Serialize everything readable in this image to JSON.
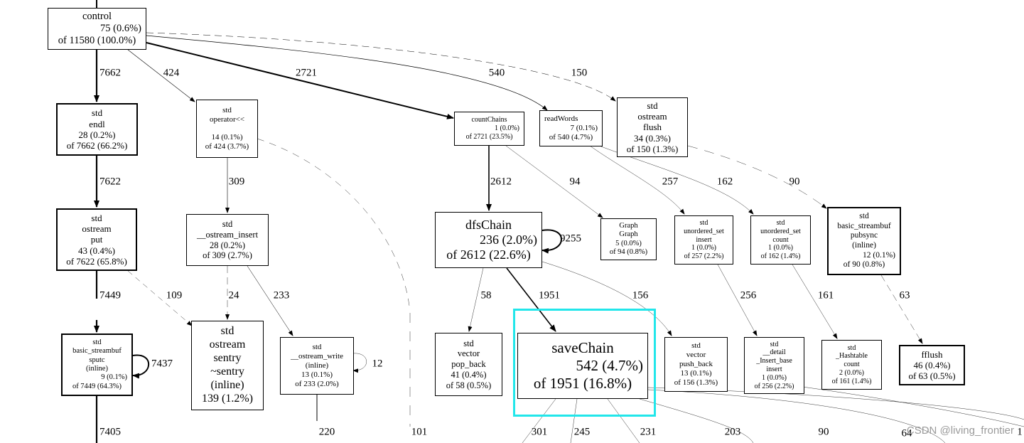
{
  "nodes": {
    "control": {
      "lines": [
        "control",
        "75 (0.6%)",
        "of 11580 (100.0%)"
      ]
    },
    "endl": {
      "lines": [
        "std",
        "endl",
        "28 (0.2%)",
        "of 7662 (66.2%)"
      ]
    },
    "operator": {
      "lines": [
        "std",
        "operator<<",
        "",
        "14 (0.1%)",
        "of 424 (3.7%)"
      ]
    },
    "countChains": {
      "lines": [
        "countChains",
        "1 (0.0%)",
        "of 2721 (23.5%)"
      ]
    },
    "readWords": {
      "lines": [
        "readWords",
        "7 (0.1%)",
        "of 540 (4.7%)"
      ]
    },
    "flush": {
      "lines": [
        "std",
        "ostream",
        "flush",
        "34 (0.3%)",
        "of 150 (1.3%)"
      ]
    },
    "put": {
      "lines": [
        "std",
        "ostream",
        "put",
        "43 (0.4%)",
        "of 7622 (65.8%)"
      ]
    },
    "ostream_insert": {
      "lines": [
        "std",
        "__ostream_insert",
        "28 (0.2%)",
        "of 309 (2.7%)"
      ]
    },
    "dfsChain": {
      "lines": [
        "dfsChain",
        "236 (2.0%)",
        "of 2612 (22.6%)"
      ]
    },
    "graph": {
      "lines": [
        "Graph",
        "Graph",
        "5 (0.0%)",
        "of 94 (0.8%)"
      ]
    },
    "uset_insert": {
      "lines": [
        "std",
        "unordered_set",
        "insert",
        "1 (0.0%)",
        "of 257 (2.2%)"
      ]
    },
    "uset_count": {
      "lines": [
        "std",
        "unordered_set",
        "count",
        "1 (0.0%)",
        "of 162 (1.4%)"
      ]
    },
    "pubsync": {
      "lines": [
        "std",
        "basic_streambuf",
        "pubsync",
        "(inline)",
        "12 (0.1%)",
        "of 90 (0.8%)"
      ]
    },
    "sputc": {
      "lines": [
        "std",
        "basic_streambuf",
        "sputc",
        "(inline)",
        "9 (0.1%)",
        "of 7449 (64.3%)"
      ]
    },
    "sentry": {
      "lines": [
        "std",
        "ostream",
        "sentry",
        "~sentry",
        "(inline)",
        "139 (1.2%)"
      ]
    },
    "ostream_write": {
      "lines": [
        "std",
        "__ostream_write",
        "(inline)",
        "13 (0.1%)",
        "of 233 (2.0%)"
      ]
    },
    "pop_back": {
      "lines": [
        "std",
        "vector",
        "pop_back",
        "41 (0.4%)",
        "of 58 (0.5%)"
      ]
    },
    "saveChain": {
      "lines": [
        "saveChain",
        "542 (4.7%)",
        "of 1951 (16.8%)"
      ]
    },
    "push_back": {
      "lines": [
        "std",
        "vector",
        "push_back",
        "13 (0.1%)",
        "of 156 (1.3%)"
      ]
    },
    "insert_base": {
      "lines": [
        "std",
        "__detail",
        "_Insert_base",
        "insert",
        "1 (0.0%)",
        "of 256 (2.2%)"
      ]
    },
    "hashtable_count": {
      "lines": [
        "std",
        "_Hashtable",
        "count",
        "2 (0.0%)",
        "of 161 (1.4%)"
      ]
    },
    "fflush": {
      "lines": [
        "fflush",
        "46 (0.4%)",
        "of 63 (0.5%)"
      ]
    }
  },
  "edge_labels": {
    "control_endl": "7662",
    "control_operator": "424",
    "control_countChains": "2721",
    "control_readWords": "540",
    "control_flush": "150",
    "endl_put": "7622",
    "operator_insert": "309",
    "countChains_dfs": "2612",
    "countChains_graph": "94",
    "readWords_uinsert": "257",
    "readWords_ucount": "162",
    "flush_pubsync": "90",
    "dfs_self": "9255",
    "put_sputc": "7449",
    "put_sentry": "109",
    "insert_sentry": "24",
    "insert_write": "233",
    "dfs_pop": "58",
    "dfs_save": "1951",
    "dfs_push": "156",
    "uinsert_base": "256",
    "ucount_hash": "161",
    "pubsync_fflush": "63",
    "sputc_self": "7437",
    "write_self": "12",
    "sputc_down": "7405",
    "write_down": "220",
    "dashed_down": "101",
    "save_1": "301",
    "save_2": "245",
    "save_3": "231",
    "out_203": "203",
    "out_90": "90",
    "out_64": "64",
    "out_1": "1"
  },
  "watermark": "CSDN @living_frontier"
}
